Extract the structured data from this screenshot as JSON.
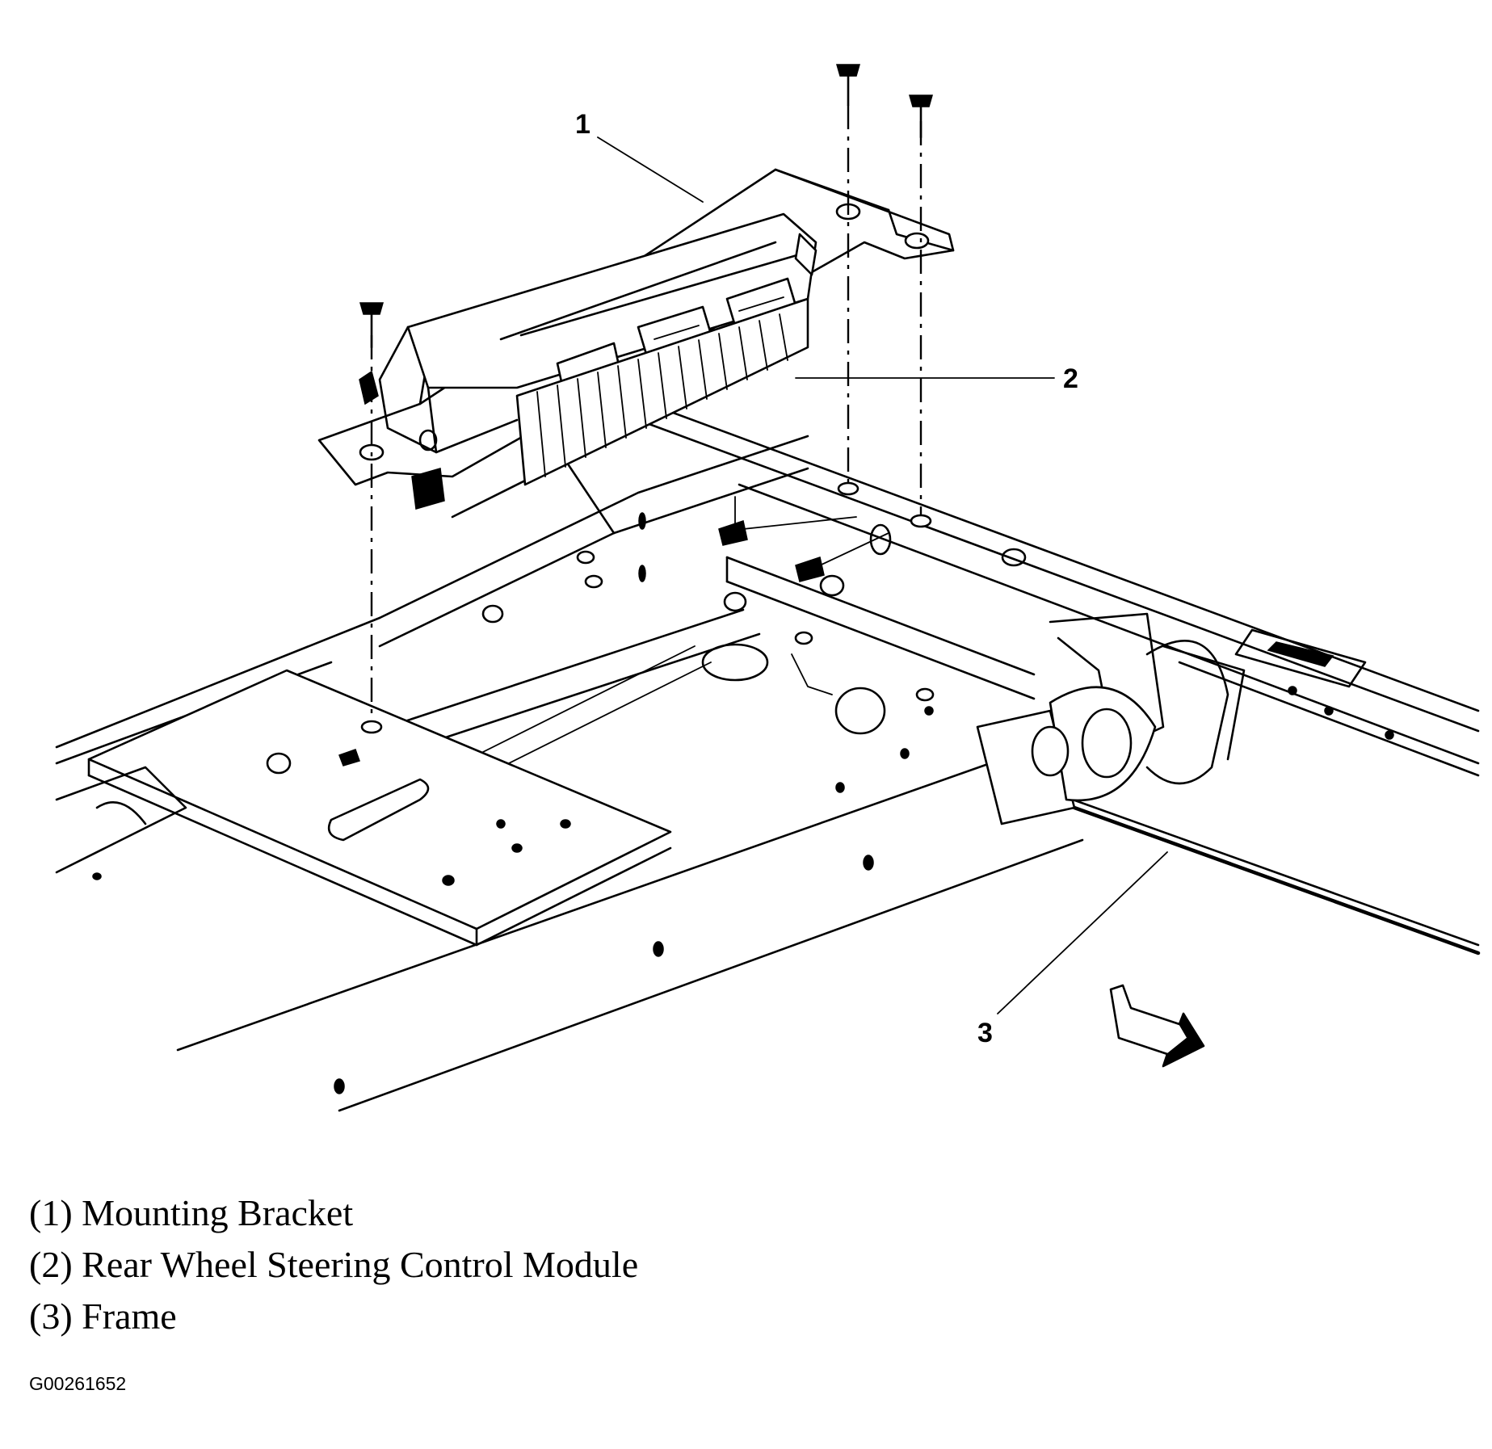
{
  "callouts": [
    {
      "number": "1",
      "part": "Mounting Bracket"
    },
    {
      "number": "2",
      "part": "Rear Wheel Steering Control Module"
    },
    {
      "number": "3",
      "part": "Frame"
    }
  ],
  "legend": [
    "(1) Mounting Bracket",
    "(2) Rear Wheel Steering Control Module",
    "(3) Frame"
  ],
  "figure_code": "G00261652"
}
